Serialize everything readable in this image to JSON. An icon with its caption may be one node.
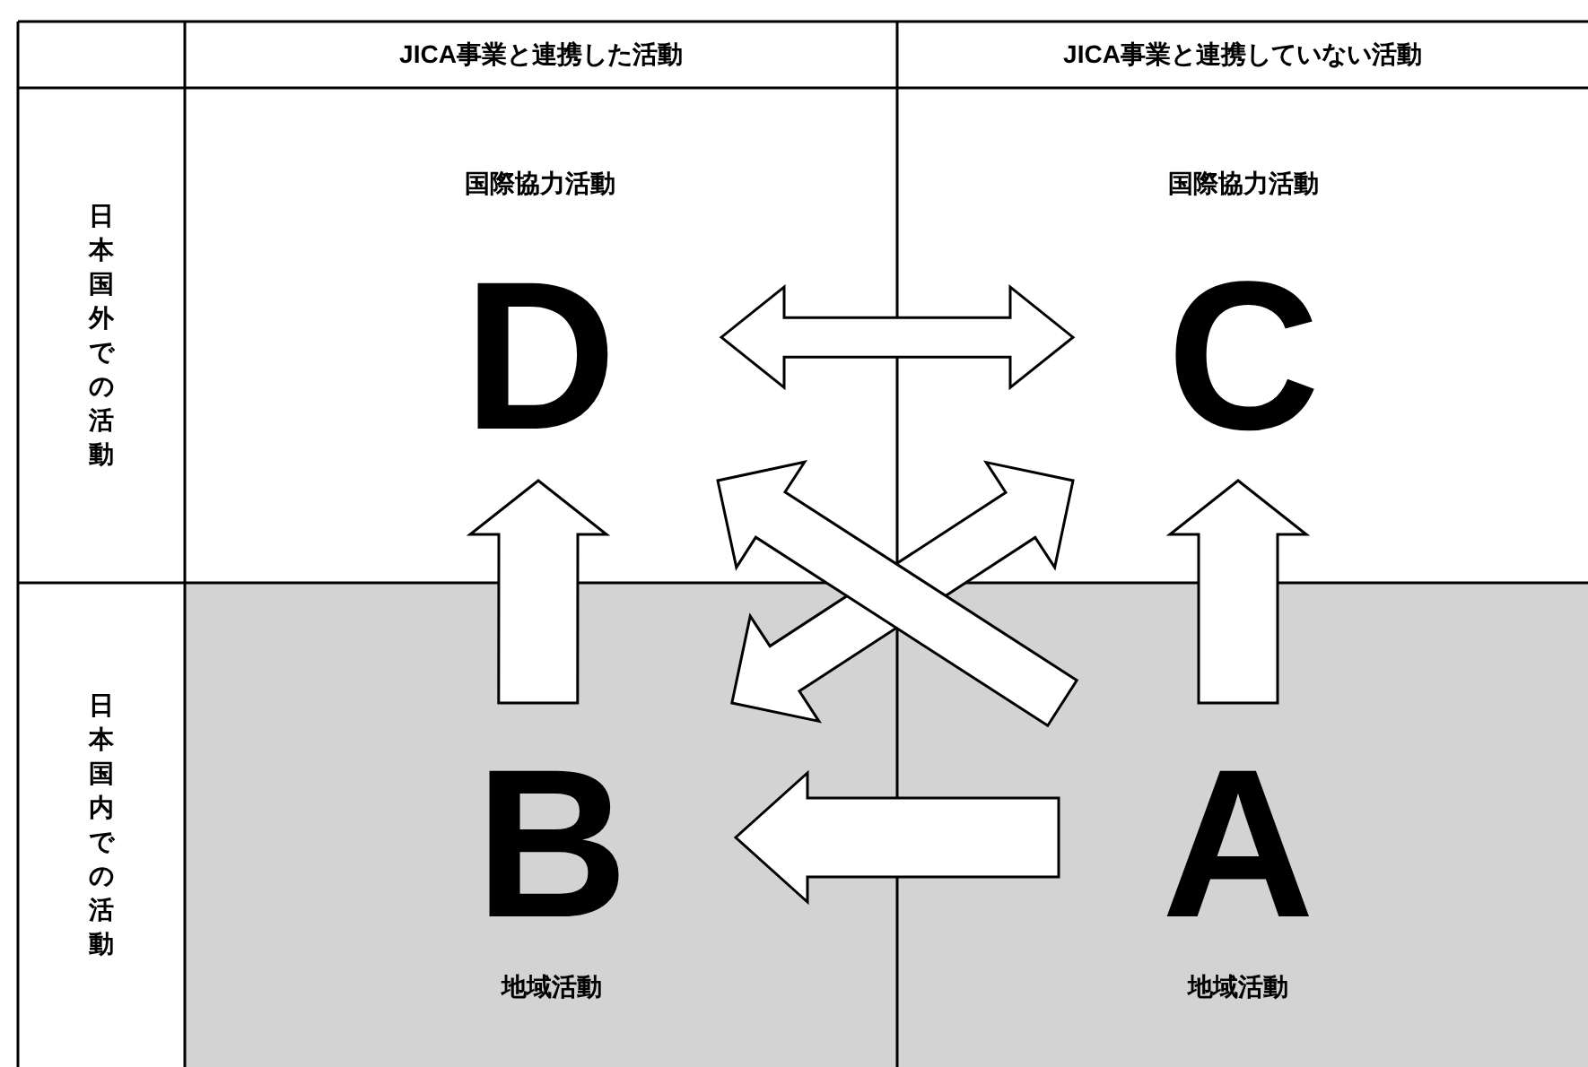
{
  "diagram": {
    "nodes": [
      {
        "text": [
          "国際協力活動",
          "D"
        ]
      },
      {
        "text": [
          "国際協力活動",
          "C"
        ]
      },
      {
        "text": [
          "B",
          "地域活動"
        ]
      },
      {
        "text": [
          "A",
          "地域活動"
        ]
      }
    ],
    "edges": [
      {
        "from": 0,
        "to": 1,
        "arrow": "both"
      },
      {
        "from": 2,
        "to": 0,
        "arrow": "to"
      },
      {
        "from": 3,
        "to": 1,
        "arrow": "to"
      },
      {
        "from": 2,
        "to": 1,
        "arrow": "both"
      },
      {
        "from": 3,
        "to": 0,
        "arrow": "to"
      },
      {
        "from": 3,
        "to": 2,
        "arrow": "to"
      }
    ],
    "labels": [
      "JICA事業と連携した活動",
      "JICA事業と連携していない活動",
      "日本国外での活動",
      "日本国内での活動"
    ]
  }
}
